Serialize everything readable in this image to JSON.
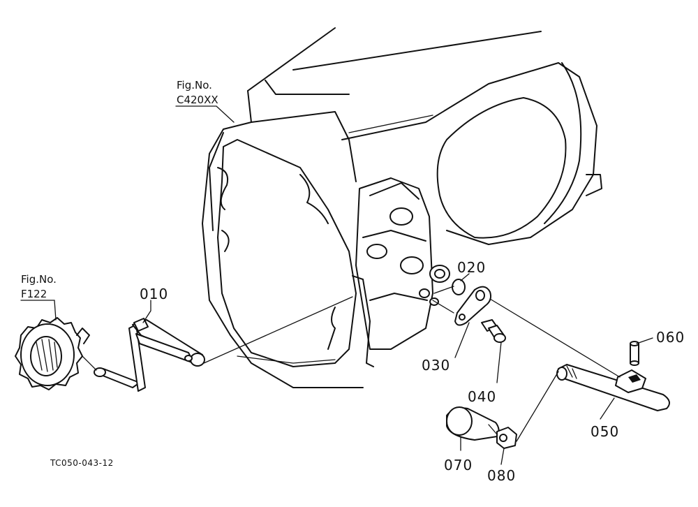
{
  "fig_refs": {
    "transmission": {
      "line1": "Fig.No.",
      "line2": "C420XX"
    },
    "gear": {
      "line1": "Fig.No.",
      "line2": "F122"
    }
  },
  "callouts": {
    "p010": "010",
    "p020": "020",
    "p030": "030",
    "p040": "040",
    "p050": "050",
    "p060": "060",
    "p070": "070",
    "p080": "080"
  },
  "diagram_code": "TC050-043-12"
}
